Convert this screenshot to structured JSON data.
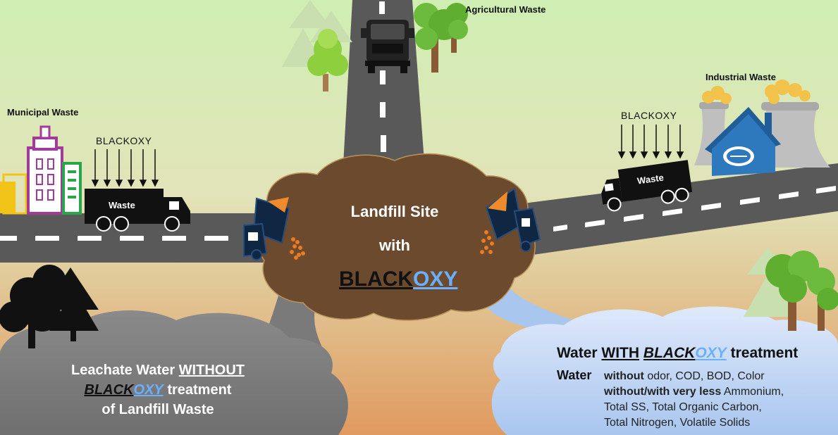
{
  "labels": {
    "agricultural": "Agricultural Waste",
    "industrial": "Industrial Waste",
    "municipal": "Municipal Waste"
  },
  "blackoxy_left": "BLACKOXY",
  "blackoxy_right": "BLACKOXY",
  "truck_left_text": "Waste",
  "truck_right_text": "Waste",
  "center": {
    "line1": "Landfill Site",
    "line2": "with",
    "brand_black": "BLACK",
    "brand_blue": "OXY"
  },
  "left_cloud": {
    "line1_a": "Leachate Water ",
    "line1_b": "WITHOUT",
    "brand_black": "BLACK",
    "brand_blue": "OXY",
    "line2_rest": " treatment",
    "line3": "of Landfill Waste"
  },
  "right_cloud": {
    "title_a": "Water ",
    "title_b": "WITH",
    "brand_black": "BLACK",
    "brand_blue": "OXY",
    "title_c": " treatment",
    "water_word": "Water",
    "row1_bold": "without",
    "row1_rest": " odor, COD, BOD, Color",
    "row2_bold": "without/with very less",
    "row2_rest": " Ammonium,",
    "row3": "Total SS, Total Organic Carbon,",
    "row4": "Total Nitrogen, Volatile Solids"
  },
  "colors": {
    "sky_top": "#cfeeb3",
    "ground_bottom": "#e09a5f",
    "road": "#595959",
    "landfill": "#6b4a2e",
    "blue_accent": "#6ab0ff",
    "water_cloud": "#b9d3f2"
  }
}
